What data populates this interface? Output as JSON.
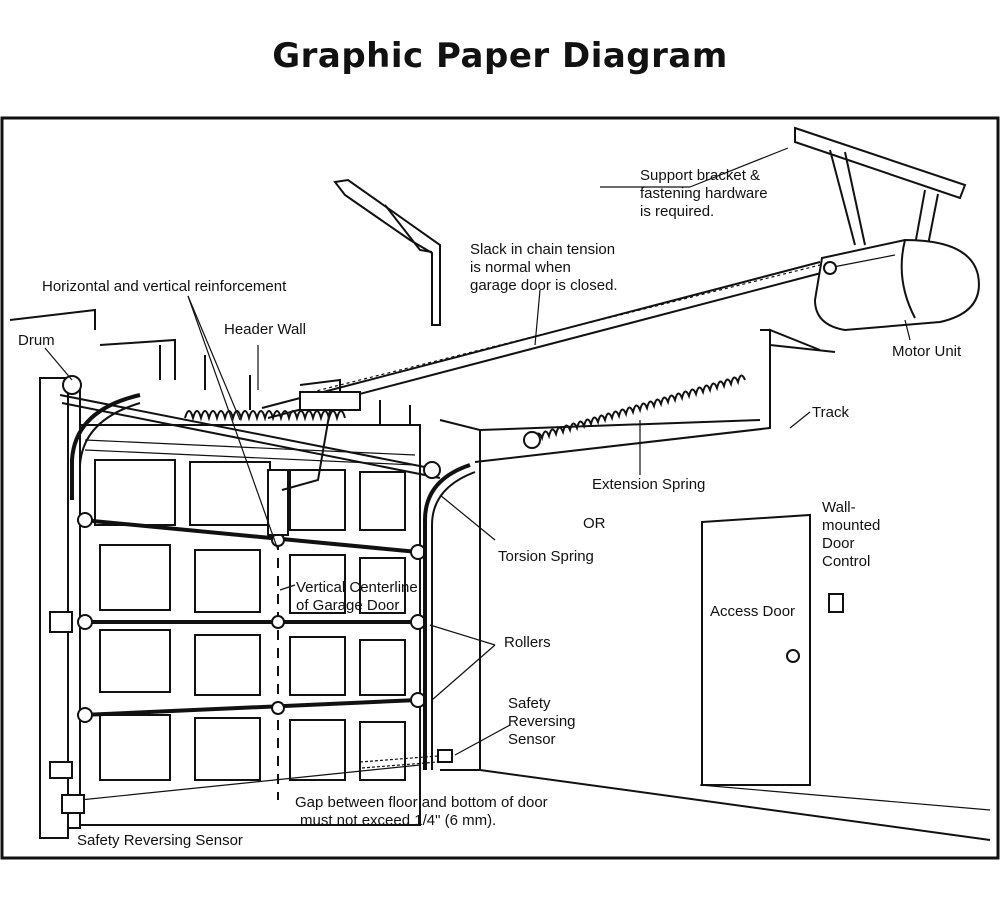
{
  "title": "Graphic Paper Diagram",
  "labels": {
    "support_bracket": [
      "Support bracket &",
      "fastening hardware",
      "is required."
    ],
    "slack": [
      "Slack in chain tension",
      "is normal when",
      "garage door is closed."
    ],
    "reinforcement": "Horizontal and vertical reinforcement",
    "header_wall": "Header Wall",
    "drum": "Drum",
    "motor_unit": "Motor Unit",
    "track": "Track",
    "extension_spring": "Extension Spring",
    "or": "OR",
    "torsion_spring": "Torsion Spring",
    "wall_control": [
      "Wall-",
      "mounted",
      "Door",
      "Control"
    ],
    "access_door": "Access Door",
    "centerline": [
      "Vertical Centerline",
      "of Garage Door"
    ],
    "rollers": "Rollers",
    "safety_sensor_right": [
      "Safety",
      "Reversing",
      "Sensor"
    ],
    "gap": [
      "Gap between floor and bottom of door",
      "must not exceed 1/4\" (6 mm)."
    ],
    "safety_sensor_left": "Safety Reversing Sensor"
  }
}
